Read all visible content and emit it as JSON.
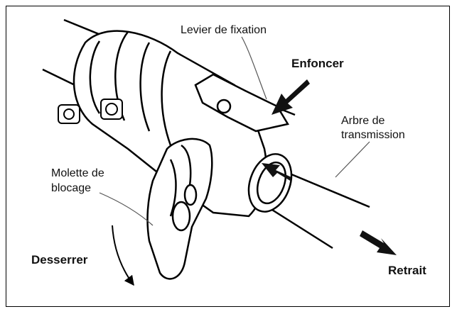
{
  "labels": {
    "lever": "Levier de  fixation",
    "push": "Enfoncer",
    "shaft_line1": "Arbre de",
    "shaft_line2": "transmission",
    "knob_line1": "Molette de",
    "knob_line2": "blocage",
    "loosen": "Desserrer",
    "retract": "Retrait"
  }
}
